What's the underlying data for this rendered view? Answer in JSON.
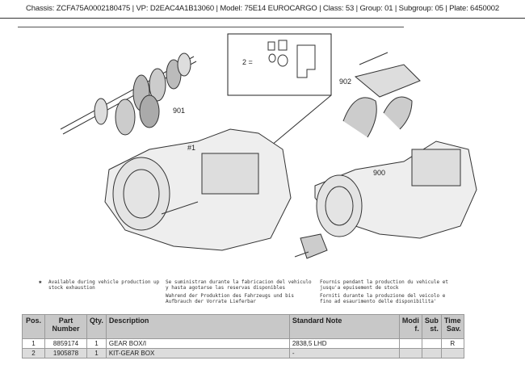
{
  "header": {
    "text": "Chassis: ZCFA75A0002180475 | VP: D2EAC4A1B13060 | Model: 75E14 EUROCARGO | Class: 53 | Group: 01 | Subgroup: 05 | Plate: 6450002"
  },
  "drawing": {
    "callouts": [
      "901",
      "902",
      "900",
      "#1",
      "2 ="
    ]
  },
  "footnote": {
    "symbol": "✱",
    "en": "Available during vehicle production up\nstock exhaustion",
    "es": "Se suministran durante la fabricacion del vehiculo\ny hasta agotarse las reservas disponibles",
    "de": "Wahrend der Produktion des Fahrzeugs und bis\nAufbrauch der Vorrate Lieferbar",
    "fr": "Fournis pendant la production du vehicule et\njusqu'a epuisement de stock",
    "it": "Forniti durante la produzione del veicolo e\nfino ad esaurimento delle disponibilita'"
  },
  "table": {
    "headers": [
      "Pos.",
      "Part Number",
      "Qty.",
      "Description",
      "Standard Note",
      "Modi f.",
      "Sub st.",
      "Time Sav."
    ],
    "rows": [
      [
        "1",
        "8859174",
        "1",
        "GEAR BOX/I",
        "2838,5 LHD",
        "",
        "",
        "R"
      ],
      [
        "2",
        "1905878",
        "1",
        "KIT-GEAR BOX",
        "-",
        "",
        "",
        ""
      ]
    ]
  }
}
